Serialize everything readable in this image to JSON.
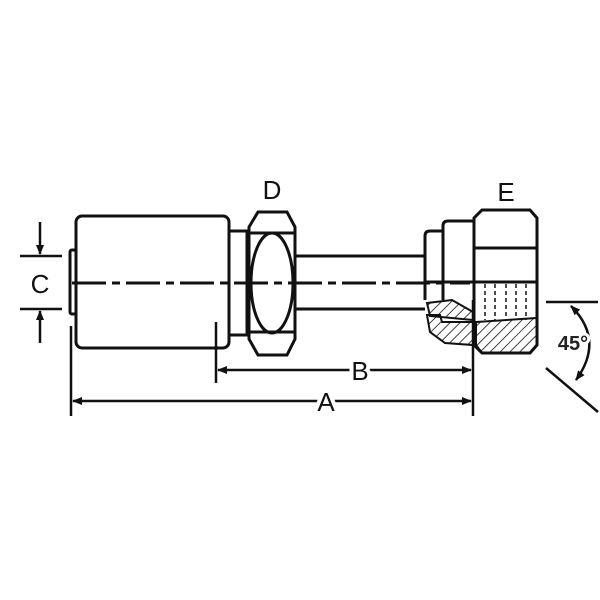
{
  "labels": {
    "A": "A",
    "B": "B",
    "C": "C",
    "D": "D",
    "E": "E",
    "angle": "45°"
  }
}
